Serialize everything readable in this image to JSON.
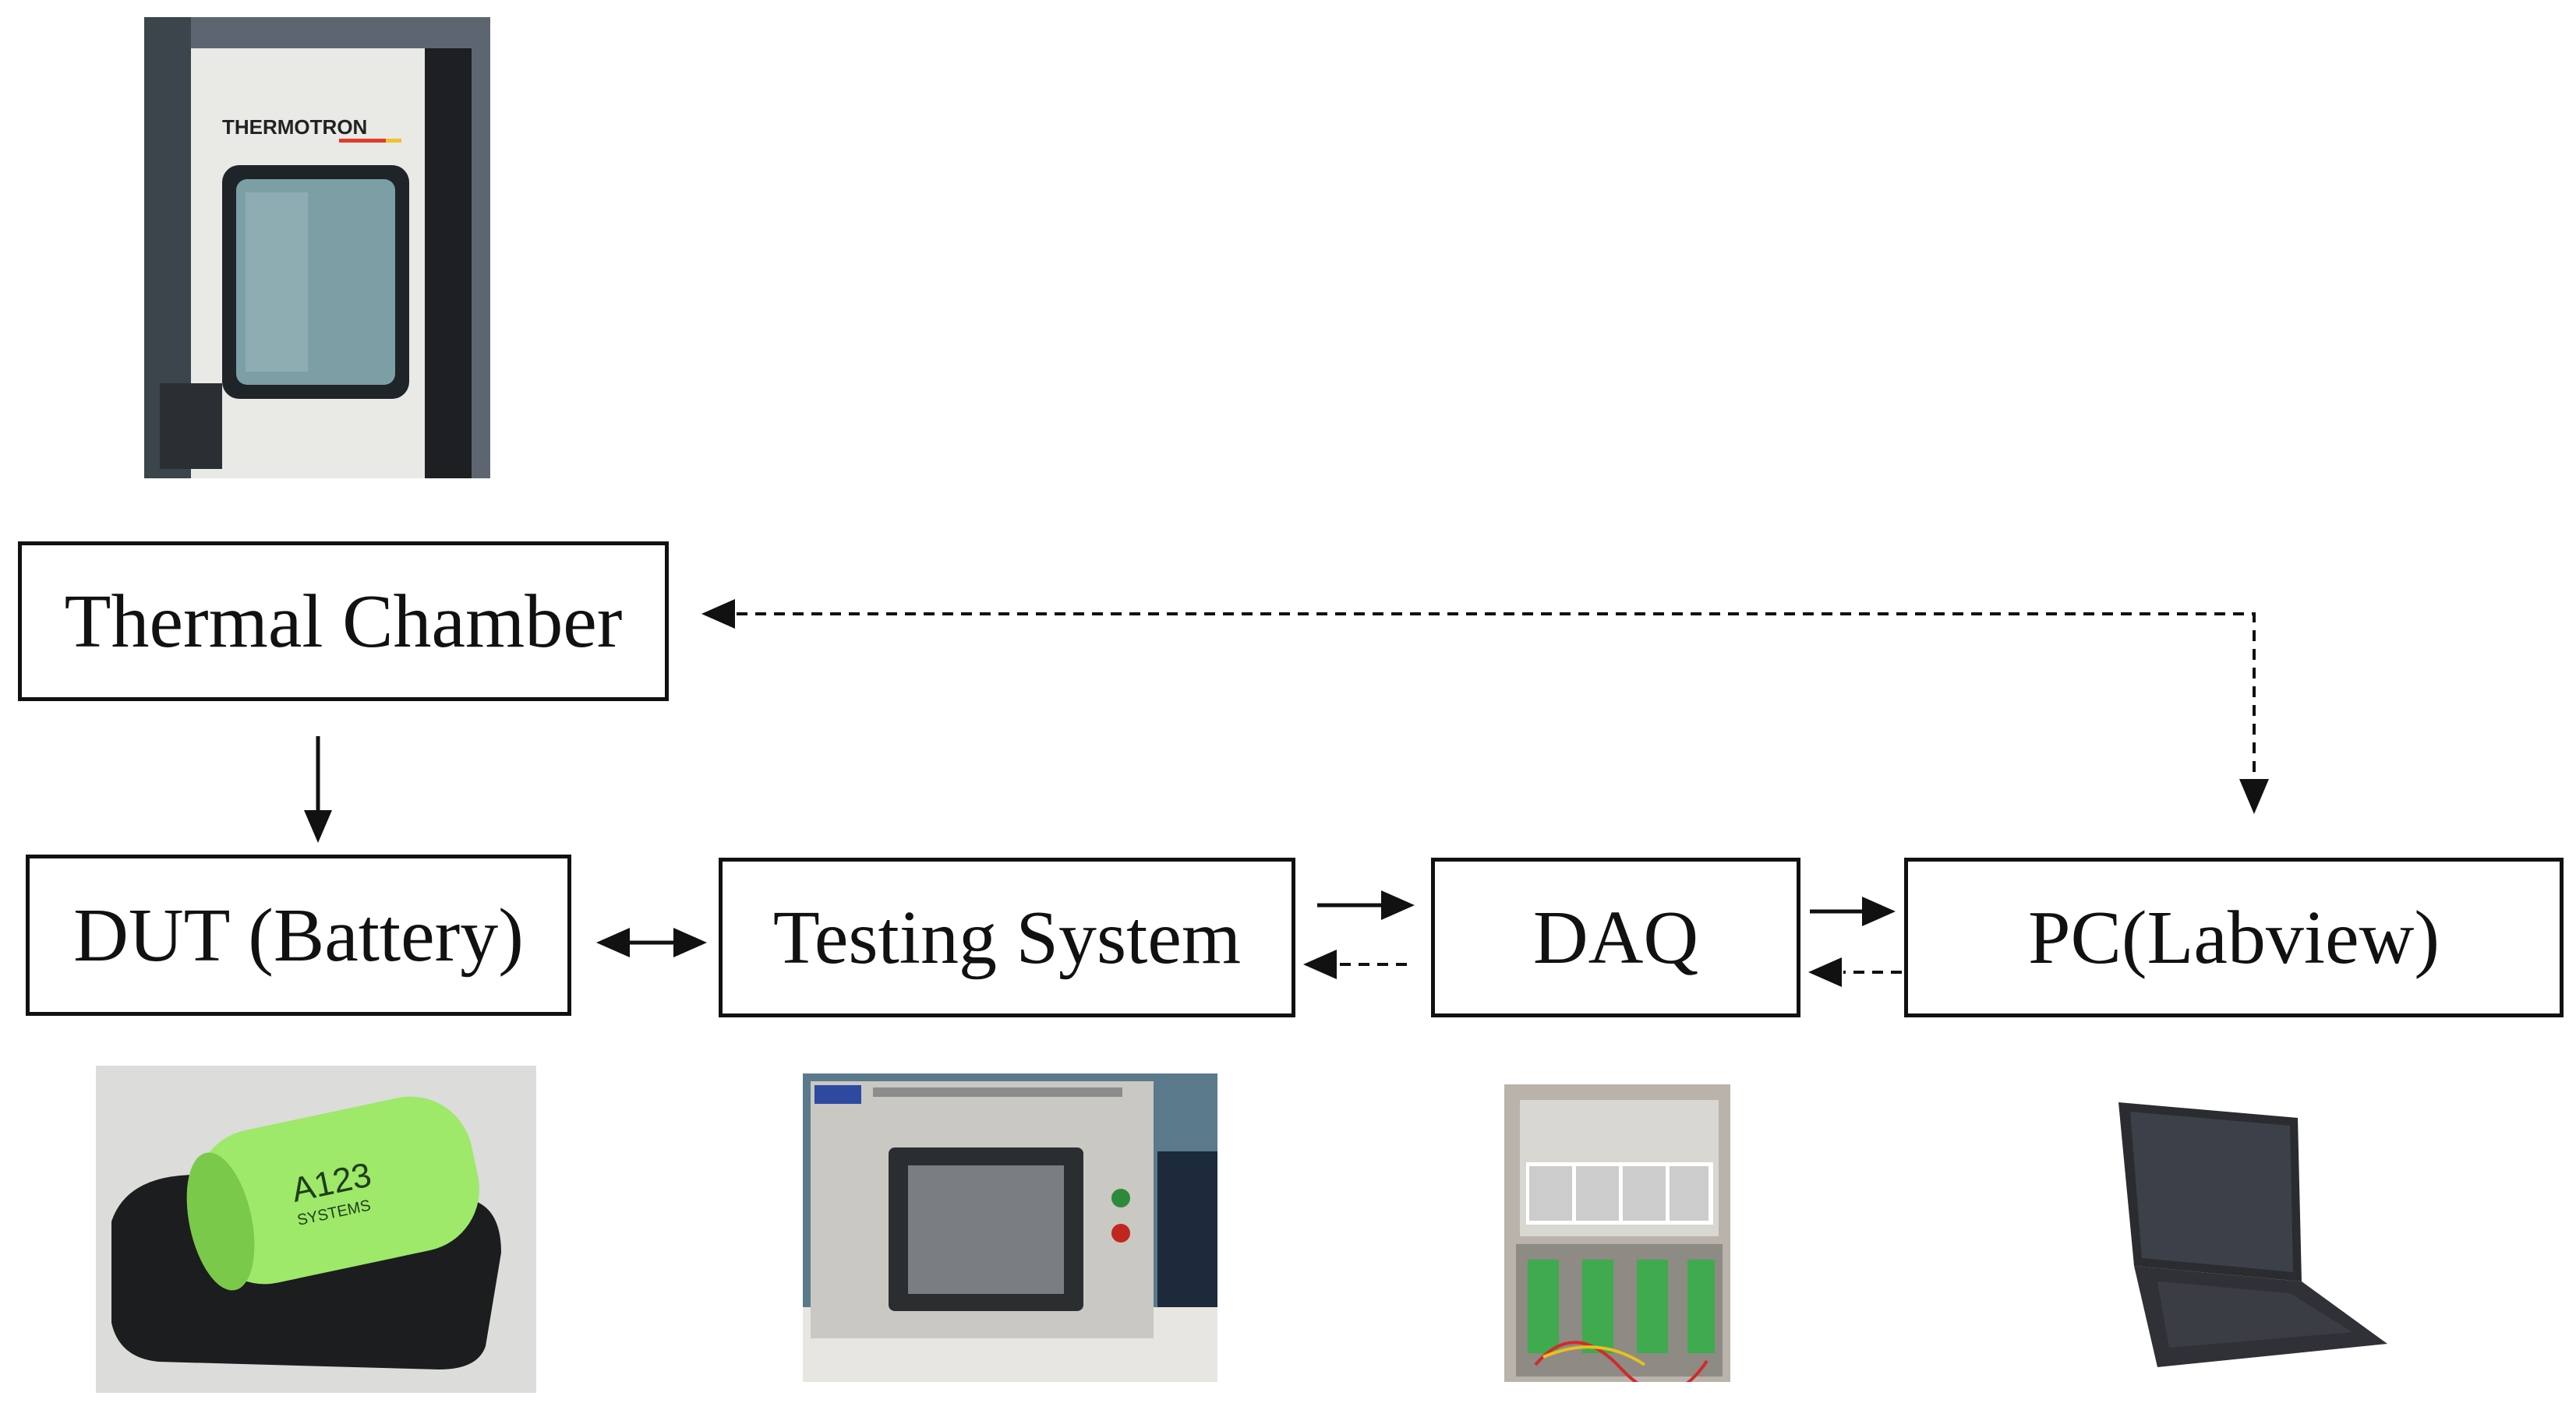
{
  "nodes": {
    "thermal_chamber": "Thermal Chamber",
    "dut": "DUT (Battery)",
    "testing_system": "Testing System",
    "daq": "DAQ",
    "pc": "PC(Labview)"
  },
  "photo_text": {
    "chamber_brand": "THERMOTRON",
    "battery_brand": "A123",
    "battery_sub": "SYSTEMS"
  },
  "connections": [
    {
      "from": "thermal_chamber",
      "to": "dut",
      "style": "solid"
    },
    {
      "from": "dut",
      "to": "testing_system",
      "style": "solid-bidirectional"
    },
    {
      "from": "testing_system",
      "to": "daq",
      "style": "solid"
    },
    {
      "from": "daq",
      "to": "testing_system",
      "style": "dashed"
    },
    {
      "from": "daq",
      "to": "pc",
      "style": "solid"
    },
    {
      "from": "pc",
      "to": "daq",
      "style": "dashed"
    },
    {
      "from": "pc",
      "to": "thermal_chamber",
      "style": "dashed-bidirectional"
    }
  ],
  "colors": {
    "line": "#111111",
    "battery_green": "#9ee86a",
    "chamber_panel": "#f2f2f0",
    "tester_case": "#c9c8c2"
  }
}
